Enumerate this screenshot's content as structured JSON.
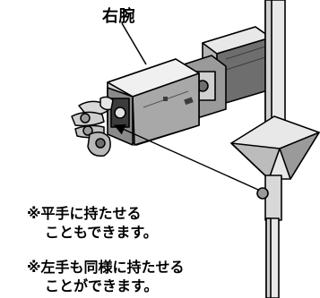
{
  "title": "右腕",
  "notes": [
    {
      "line1": "※平手に持たせる",
      "line2": "こともできます。"
    },
    {
      "line1": "※左手も同様に持たせる",
      "line2": "ことができます。"
    }
  ],
  "colors": {
    "ink": "#000000",
    "fill_light": "#e8e8e8",
    "fill_mid": "#b4b4b4",
    "fill_dark": "#6e6e6e",
    "fill_darker": "#3c3c3c"
  }
}
